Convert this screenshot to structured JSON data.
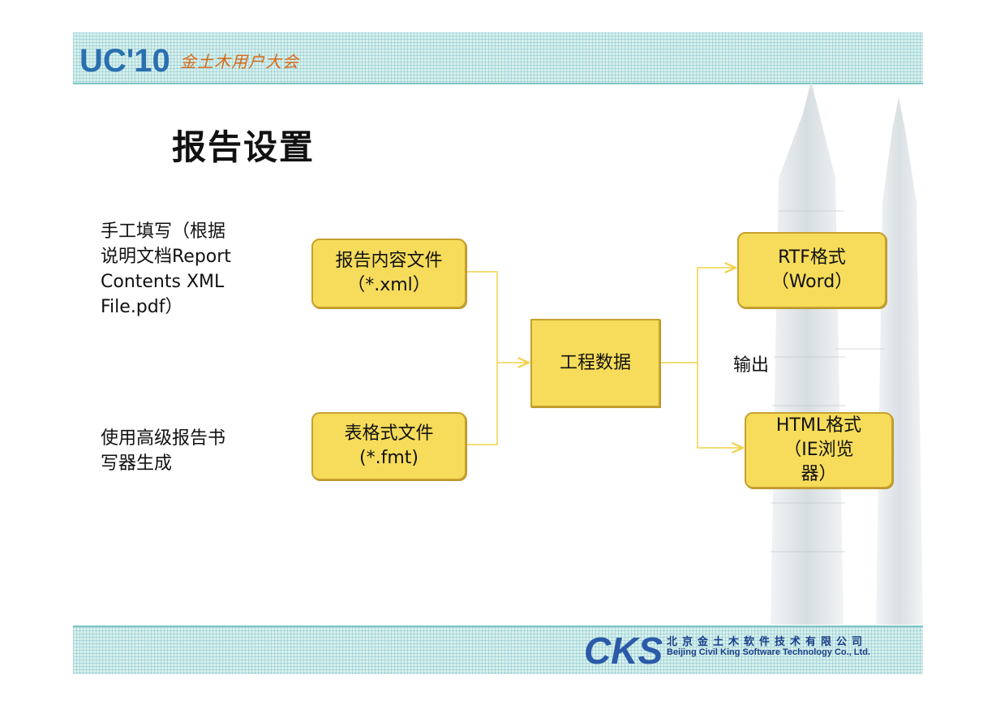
{
  "header": {
    "logo_text": "UC'10",
    "conference_name": "金土木用户大会"
  },
  "slide": {
    "title": "报告设置"
  },
  "sources": {
    "manual_lines": [
      "手工填写（根据",
      "说明文档Report",
      "Contents XML",
      "File.pdf）"
    ],
    "writer_lines": [
      "使用高级报告书",
      "写器生成"
    ]
  },
  "diagram": {
    "content_file": {
      "line1": "报告内容文件",
      "line2": "（*.xml）"
    },
    "format_file": {
      "line1": "表格式文件",
      "line2": "(*.fmt)"
    },
    "project_data": "工程数据",
    "output_label": "输出",
    "rtf": {
      "line1": "RTF格式",
      "line2": "（Word）"
    },
    "html": {
      "line1": "HTML格式",
      "line2": "（IE浏览",
      "line3": "器）"
    }
  },
  "footer": {
    "logo_text": "CKS",
    "company_cn": "北京金土木软件技术有限公司",
    "company_en": "Beijing Civil King Software Technology  Co., Ltd."
  },
  "colors": {
    "box_fill": "#f6dc5a",
    "box_border": "#c7a12e",
    "connector": "#f2d24a",
    "accent_orange": "#d86a1a",
    "brand_blue": "#1a3f8a"
  }
}
